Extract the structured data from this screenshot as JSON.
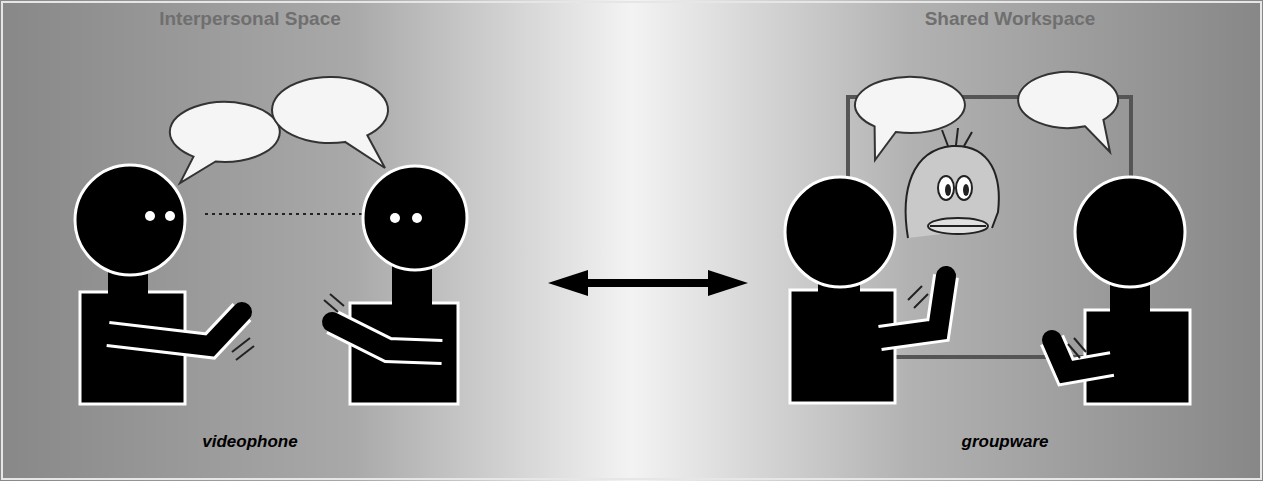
{
  "diagram": {
    "nodes": [
      {
        "text": [
          "Interpersonal Space",
          "videophone"
        ]
      },
      {
        "text": [
          "Shared Workspace",
          "groupware"
        ]
      }
    ],
    "edges": [
      {
        "from": 0,
        "to": 1,
        "arrow": "both"
      }
    ]
  }
}
